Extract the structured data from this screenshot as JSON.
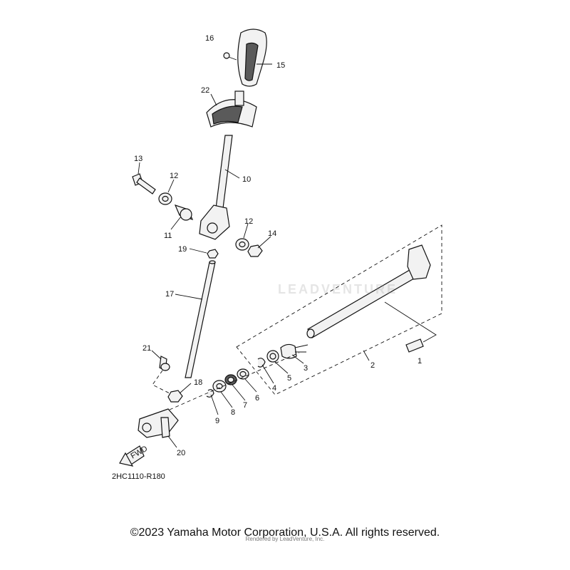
{
  "diagram": {
    "code": "2HC1110-R180",
    "fwd_label": "FWD",
    "watermark": "LEADVENTURE",
    "callouts": [
      "1",
      "2",
      "3",
      "4",
      "5",
      "6",
      "7",
      "8",
      "9",
      "10",
      "11",
      "12",
      "12",
      "13",
      "14",
      "15",
      "16",
      "17",
      "18",
      "19",
      "20",
      "21",
      "22"
    ]
  },
  "footer": {
    "copyright": "©2023 Yamaha Motor Corporation, U.S.A. All rights reserved.",
    "rendered_by": "Rendered by LeadVenture, Inc."
  }
}
